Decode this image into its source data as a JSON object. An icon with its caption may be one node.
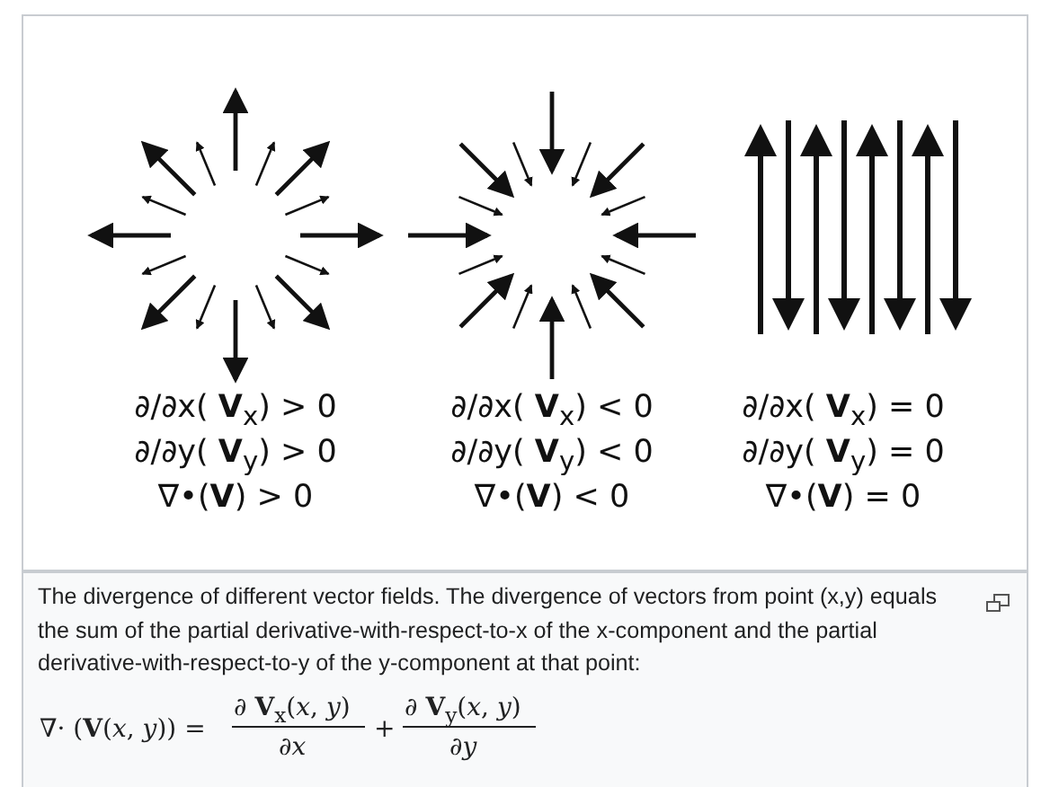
{
  "diagram": {
    "caption": "The divergence of different vector fields. The divergence of vectors from point (x,y) equals the sum of the partial derivative-with-respect-to-x of the x-component and the partial derivative-with-respect-to-y of the y-component at that point:",
    "labels": [
      "∂/∂x( **V**$_{x}$) > 0",
      "∂/∂y( **V**$_{y}$) > 0",
      "∇•(**V**) > 0",
      "∂/∂x( **V**$_{x}$) < 0",
      "∂/∂y( **V**$_{y}$) < 0",
      "∇•(**V**) < 0",
      "∂/∂x( **V**$_{x}$) = 0",
      "∂/∂y( **V**$_{y}$) = 0",
      "∇•(**V**) = 0",
      "∇· (**V**(*x*, *y*)) =",
      "∂ **V**$_{x}$(*x*, *y*)",
      "∂*x*",
      "+",
      "∂ **V**$_{y}$(*x*, *y*)",
      "∂*y*"
    ]
  }
}
